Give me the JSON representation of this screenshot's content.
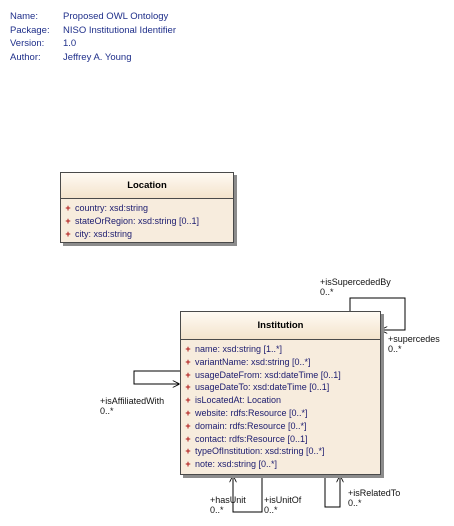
{
  "header": {
    "rows": [
      {
        "key": "Name:",
        "value": "Proposed OWL Ontology"
      },
      {
        "key": "Package:",
        "value": "NISO Institutional Identifier"
      },
      {
        "key": "Version:",
        "value": "1.0"
      },
      {
        "key": "Author:",
        "value": "Jeffrey A. Young"
      }
    ]
  },
  "location": {
    "title": "Location",
    "visibility": "+",
    "attributes": [
      "country:  xsd:string",
      "stateOrRegion:  xsd:string [0..1]",
      "city:  xsd:string"
    ]
  },
  "institution": {
    "title": "Institution",
    "visibility": "+",
    "attributes": [
      "name:  xsd:string [1..*]",
      "variantName:  xsd:string [0..*]",
      "usageDateFrom:  xsd:dateTime [0..1]",
      "usageDateTo:  xsd:dateTime [0..1]",
      "isLocatedAt:  Location",
      "website:  rdfs:Resource [0..*]",
      "domain:  rdfs:Resource [0..*]",
      "contact:  rdfs:Resource [0..1]",
      "typeOfInstitution:  xsd:string [0..*]",
      "note:  xsd:string [0..*]"
    ]
  },
  "associations": {
    "isSupercededBy": {
      "role": "+isSupercededBy",
      "mult": "0..*"
    },
    "supercedes": {
      "role": "+supercedes",
      "mult": "0..*"
    },
    "isAffiliatedWith": {
      "role": "+isAffiliatedWith",
      "mult": "0..*"
    },
    "hasUnit": {
      "role": "+hasUnit",
      "mult": "0..*"
    },
    "isUnitOf": {
      "role": "+isUnitOf",
      "mult": "0..*"
    },
    "isRelatedTo": {
      "role": "+isRelatedTo",
      "mult": "0..*"
    }
  }
}
